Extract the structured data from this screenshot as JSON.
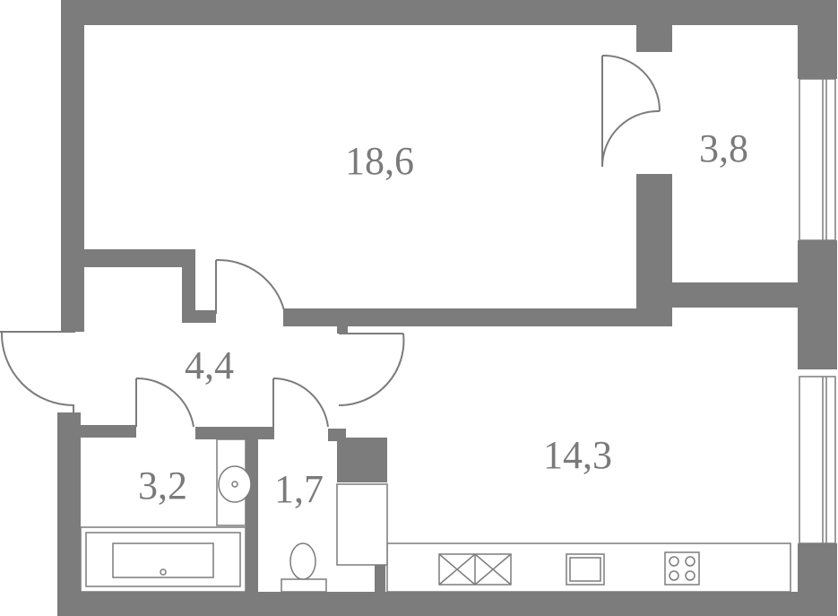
{
  "colors": {
    "wall": "#7c7c7c",
    "line": "#7c7c7c",
    "background": "#ffffff",
    "label": "#7a7a7a"
  },
  "rooms": [
    {
      "id": "living-room",
      "area": "18,6"
    },
    {
      "id": "storage",
      "area": "3,8"
    },
    {
      "id": "hallway",
      "area": "4,4"
    },
    {
      "id": "kitchen",
      "area": "14,3"
    },
    {
      "id": "bathroom",
      "area": "3,2"
    },
    {
      "id": "toilet",
      "area": "1,7"
    }
  ]
}
